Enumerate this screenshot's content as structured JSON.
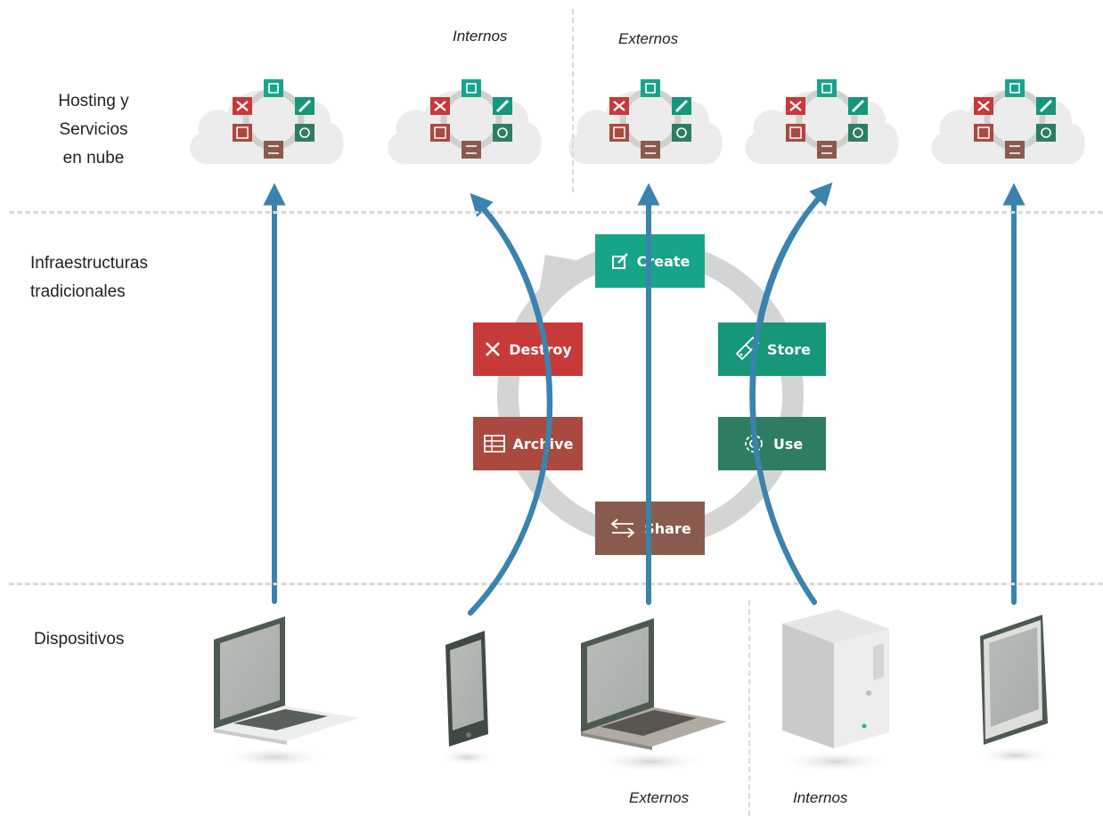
{
  "rows": {
    "cloud": "Hosting y\nServicios\nen nube",
    "infra": "Infraestructuras\ntradicionales",
    "devices": "Dispositivos"
  },
  "groups": {
    "top_internal": "Internos",
    "top_external": "Externos",
    "bottom_external": "Externos",
    "bottom_internal": "Internos"
  },
  "stages": {
    "create": "Create",
    "store": "Store",
    "use": "Use",
    "share": "Share",
    "archive": "Archive",
    "destroy": "Destroy"
  },
  "colors": {
    "create": "#17a589",
    "store": "#17977a",
    "use": "#2e7d62",
    "share": "#8a5a4e",
    "archive": "#a9493f",
    "destroy": "#c8393a",
    "arrow": "#3a83ae",
    "ring": "#d3d5d2"
  },
  "icons": {
    "create": "edit-icon",
    "store": "usb-key-icon",
    "use": "gear-icon",
    "share": "exchange-icon",
    "archive": "archive-icon",
    "destroy": "close-icon"
  }
}
